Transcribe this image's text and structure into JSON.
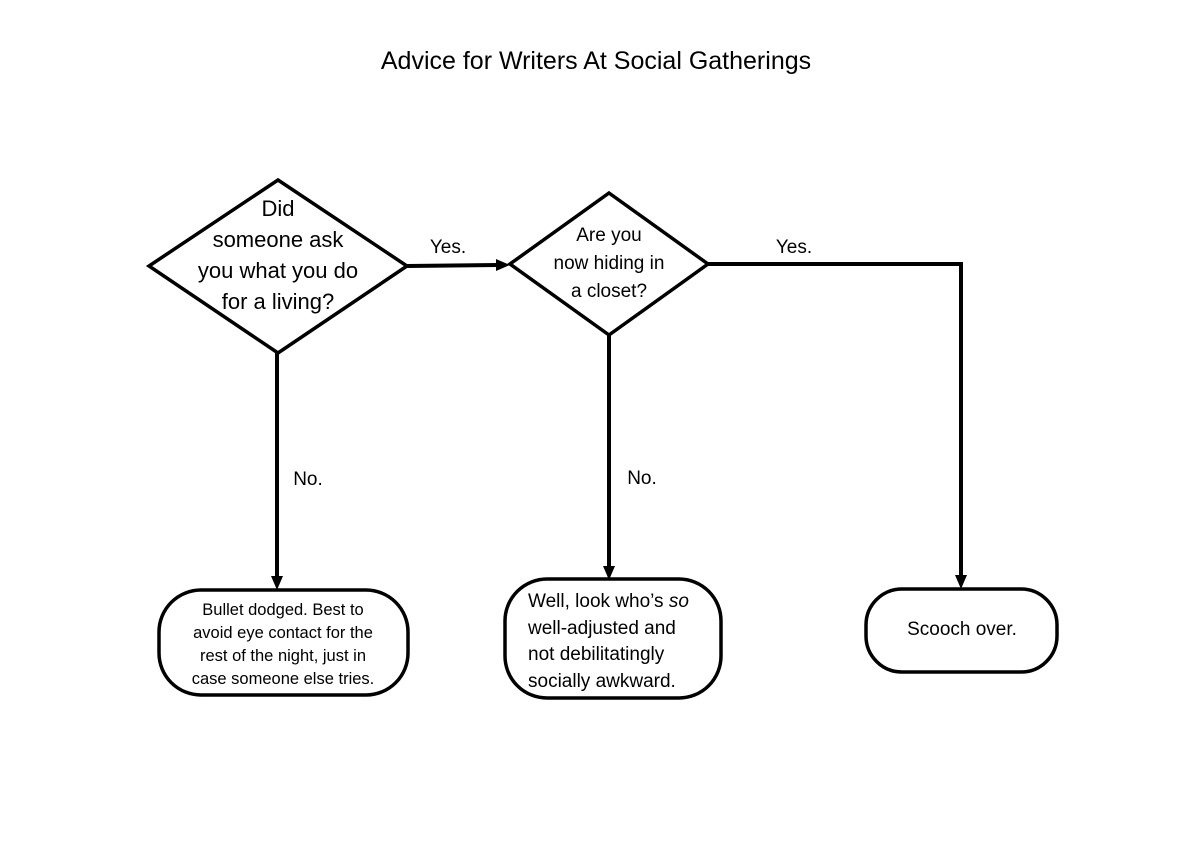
{
  "title": "Advice for Writers At Social Gatherings",
  "nodes": {
    "q1": {
      "lines": [
        "Did",
        "someone ask",
        "you what you do",
        "for a living?"
      ]
    },
    "q2": {
      "lines": [
        "Are you",
        "now hiding in",
        "a closet?"
      ]
    },
    "outcome_no1": {
      "lines": [
        "Bullet dodged. Best to",
        "avoid eye contact for the",
        "rest of the night, just in",
        "case someone else tries."
      ]
    },
    "outcome_no2": {
      "line1_pre": "Well, look who’s ",
      "line1_em": "so",
      "lines": [
        "well-adjusted and",
        "not debilitatingly",
        "socially awkward."
      ]
    },
    "outcome_yes2": {
      "text": "Scooch over."
    }
  },
  "edges": {
    "q1_yes": "Yes.",
    "q1_no": "No.",
    "q2_yes": "Yes.",
    "q2_no": "No."
  }
}
